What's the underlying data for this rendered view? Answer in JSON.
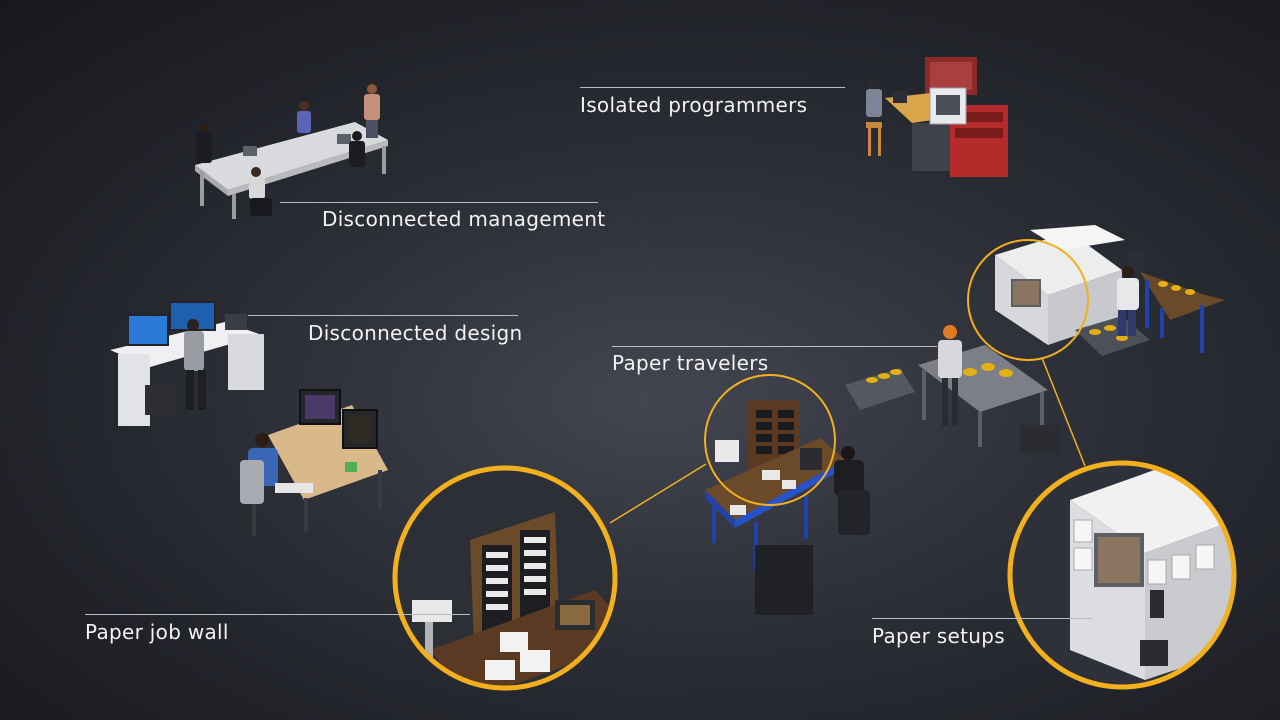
{
  "callouts": {
    "isolated_programmers": "Isolated programmers",
    "disconnected_management": "Disconnected management",
    "disconnected_design": "Disconnected design",
    "paper_travelers": "Paper travelers",
    "paper_job_wall": "Paper job wall",
    "paper_setups": "Paper setups"
  },
  "colors": {
    "background": "#2a2c34",
    "highlight_ring": "#f2b01e",
    "label_text": "#f2f2f2",
    "leader_line": "#b9bcc4"
  }
}
